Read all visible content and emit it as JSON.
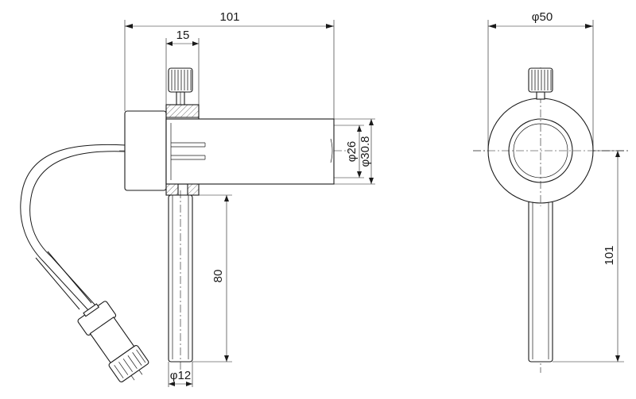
{
  "dimensions": {
    "overall_length": "101",
    "knob_width": "15",
    "inner_diameter": "φ26",
    "outer_diameter": "φ30.8",
    "rod_length": "80",
    "rod_diameter": "φ12",
    "flange_diameter": "φ50",
    "height_right_view": "101"
  },
  "colors": {
    "line": "#1a1a1a",
    "background": "#ffffff"
  }
}
